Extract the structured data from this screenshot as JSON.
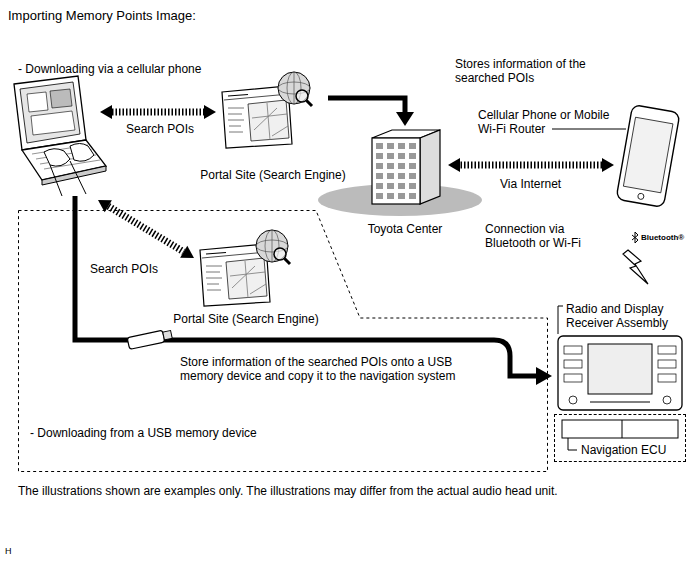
{
  "diagram": {
    "title": "Importing Memory Points Image:",
    "caption": "The illustrations shown are examples only. The illustrations may differ from the actual audio head unit.",
    "nodes": [
      {
        "text": [
          "Portal Site (Search Engine)"
        ]
      },
      {
        "text": [
          "Toyota Center"
        ]
      },
      {
        "text": [
          "Cellular Phone or Mobile Wi-Fi Router"
        ]
      },
      {
        "text": [
          "- Downloading from a USB memory device"
        ]
      },
      {
        "text": [
          "Portal Site (Search Engine)"
        ],
        "in": 3
      },
      {
        "text": [
          "Radio and Display Receiver Assembly"
        ]
      },
      {
        "text": [
          "Navigation ECU"
        ]
      }
    ],
    "edges": [
      {
        "from": 0,
        "to": 1,
        "arrow": "to"
      },
      {
        "from": 2,
        "to": 1,
        "label": "Via Internet",
        "arrow": "both"
      }
    ],
    "labels": [
      "- Downloading via a cellular phone",
      "Search POIs",
      "Stores information of the searched POIs",
      "Connection via Bluetooth or Wi-Fi",
      "Bluetooth®",
      "Search POIs",
      "Store information of the searched POIs onto a USB memory device and copy it to the navigation system",
      "H"
    ]
  }
}
